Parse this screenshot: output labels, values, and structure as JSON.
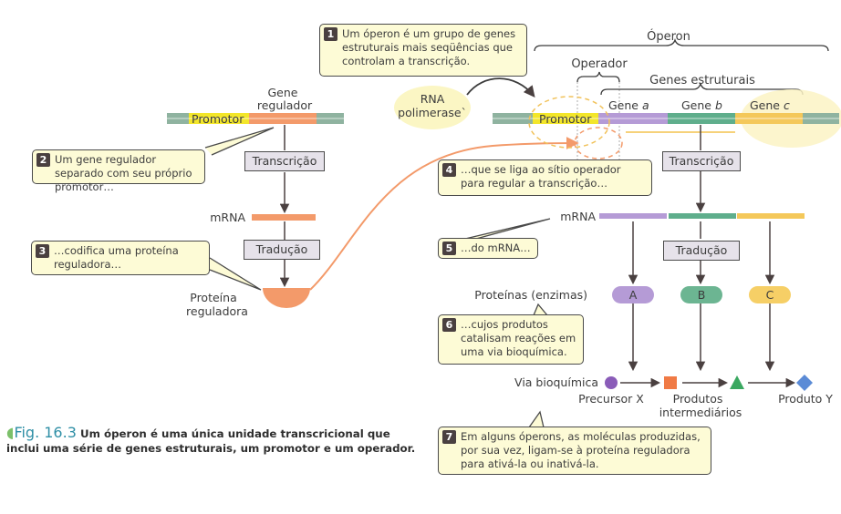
{
  "title": "Um óperon é uma única unidade transcricional",
  "colors": {
    "promotor": "#f3e62a",
    "regulator_gene": "#f39a6a",
    "gene_a": "#b59bd6",
    "gene_b": "#5fae8c",
    "gene_c": "#f4c85a",
    "dna_flank": "#8fb3a0",
    "callout_bg": "#fdfbd6",
    "process_box": "#e6e2ea",
    "caption_fig": "#2f8fa6"
  },
  "left": {
    "gene_label_1": "Gene",
    "gene_label_2": "regulador",
    "promotor": "Promotor",
    "transcription": "Transcrição",
    "mrna": "mRNA",
    "translation": "Tradução",
    "protein_label_1": "Proteína",
    "protein_label_2": "reguladora"
  },
  "right": {
    "operon": "Óperon",
    "operator": "Operador",
    "structural_genes": "Genes estruturais",
    "rna_polymerase_1": "RNA",
    "rna_polymerase_2": "polimerase`",
    "promotor": "Promotor",
    "gene_a_prefix": "Gene ",
    "gene_a_letter": "a",
    "gene_b_prefix": "Gene ",
    "gene_b_letter": "b",
    "gene_c_prefix": "Gene ",
    "gene_c_letter": "c",
    "transcription": "Transcrição",
    "mrna": "mRNA",
    "translation": "Tradução",
    "proteins_label": "Proteínas (enzimas)",
    "enzymes": [
      "A",
      "B",
      "C"
    ],
    "pathway_label": "Via bioquímica",
    "precursor": "Precursor X",
    "intermediates_1": "Produtos",
    "intermediates_2": "intermediários",
    "product": "Produto Y"
  },
  "callouts": [
    {
      "num": "1",
      "text": "Um óperon é um grupo de genes estruturais mais seqüências que controlam a transcrição."
    },
    {
      "num": "2",
      "text": "Um gene regulador separado com seu próprio promotor…"
    },
    {
      "num": "3",
      "text": "…codifica uma proteína reguladora…"
    },
    {
      "num": "4",
      "text": "…que se liga ao sítio operador para regular a transcrição…"
    },
    {
      "num": "5",
      "text": "…do mRNA…"
    },
    {
      "num": "6",
      "text": "…cujos produtos catalisam reações em uma via bioquímica."
    },
    {
      "num": "7",
      "text": "Em alguns óperons, as moléculas produzidas, por sua vez, ligam-se à proteína reguladora para ativá-la ou inativá-la."
    }
  ],
  "caption": {
    "marker": "◖",
    "fig": "Fig. 16.3",
    "text": "Um óperon é uma única unidade transcricional que inclui uma série de genes estruturais, um promotor e um operador."
  }
}
